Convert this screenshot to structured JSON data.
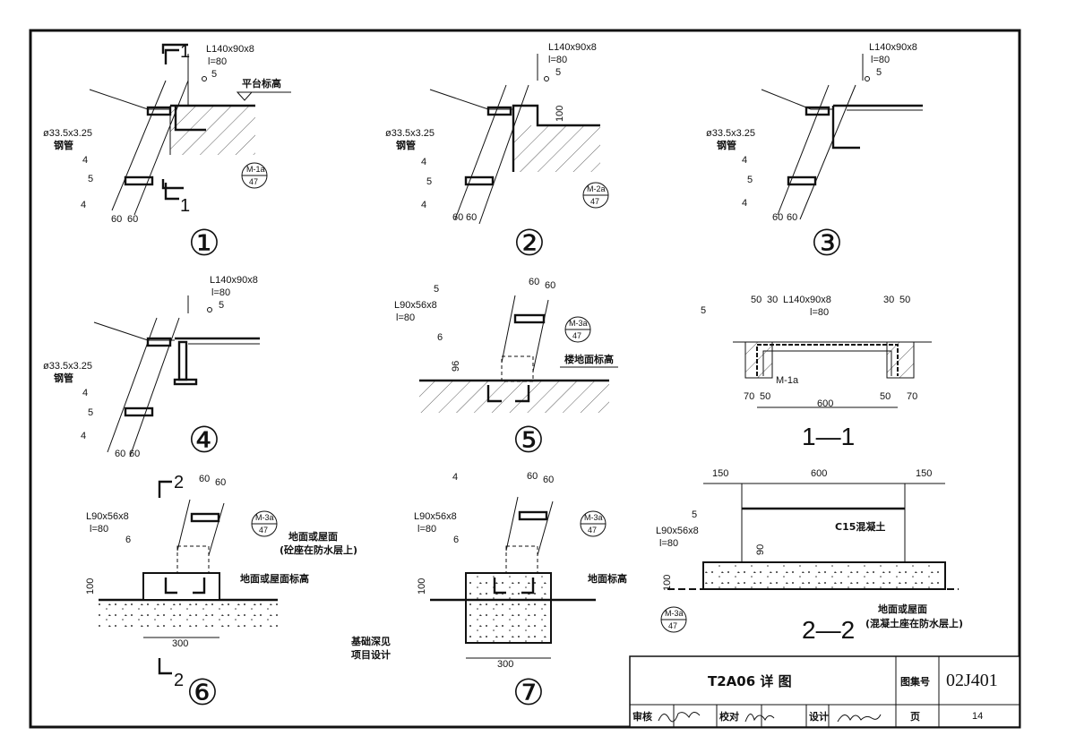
{
  "labels": {
    "steel_angle": "L140x90x8",
    "length": "l=80",
    "platform_elev": "平台标高",
    "pipe": "ø33.5x3.25",
    "pipe_word": "钢管",
    "angle_small": "L90x56x8",
    "floor_elev": "楼地面标高",
    "ground_or_roof": "地面或屋面",
    "pedestal_note": "(砼座在防水层上)",
    "ground_or_roof_elev": "地面或屋面标高",
    "ground_elev": "地面标高",
    "foundation_note_1": "基础深见",
    "foundation_note_2": "项目设计",
    "concrete": "C15混凝土",
    "concrete_note": "(混凝土座在防水层上)",
    "embed": "M-1a",
    "weld4": "4",
    "weld5": "5",
    "weld6": "6"
  },
  "ref": {
    "top": "M-1a",
    "bottom": "47",
    "top2": "M-2a",
    "top3": "M-3a"
  },
  "dims": {
    "d60": "60",
    "d100": "100",
    "d96": "96",
    "d90": "90",
    "d50": "50",
    "d30": "30",
    "d70": "70",
    "d600": "600",
    "d150": "150",
    "d300": "300"
  },
  "details": [
    "①",
    "②",
    "③",
    "④",
    "⑤",
    "⑥",
    "⑦"
  ],
  "sections": {
    "s1": "1—1",
    "s2": "2—2",
    "cut1": "1",
    "cut2": "2"
  },
  "title_block": {
    "title": "T2A06  详  图",
    "atlas_label": "图集号",
    "atlas_code": "02J401",
    "review": "审核",
    "check": "校对",
    "design": "设计",
    "page_label": "页",
    "page_no": "14"
  }
}
